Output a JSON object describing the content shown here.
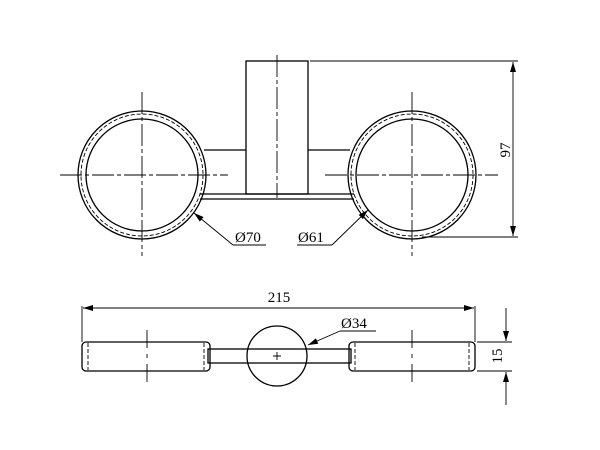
{
  "drawing": {
    "top_view": {
      "height_dim": "97",
      "outer_diameter": "Ø70",
      "inner_diameter": "Ø61"
    },
    "front_view": {
      "length_dim": "215",
      "mount_diameter": "Ø34",
      "thickness_dim": "15"
    },
    "line_color": "#000000",
    "background_color": "#ffffff"
  }
}
